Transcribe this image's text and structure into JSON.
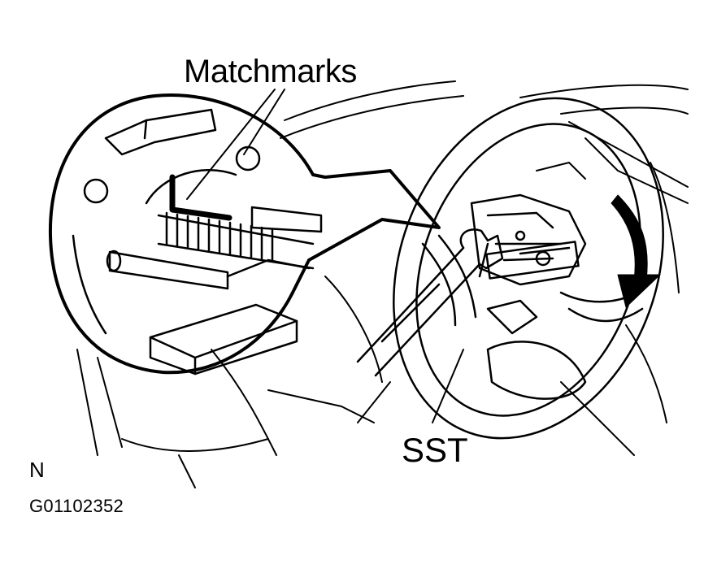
{
  "labels": {
    "matchmarks": "Matchmarks",
    "sst": "SST",
    "view_code": "N",
    "figure_id": "G01102352"
  },
  "colors": {
    "ink": "#000000",
    "paper": "#ffffff"
  }
}
